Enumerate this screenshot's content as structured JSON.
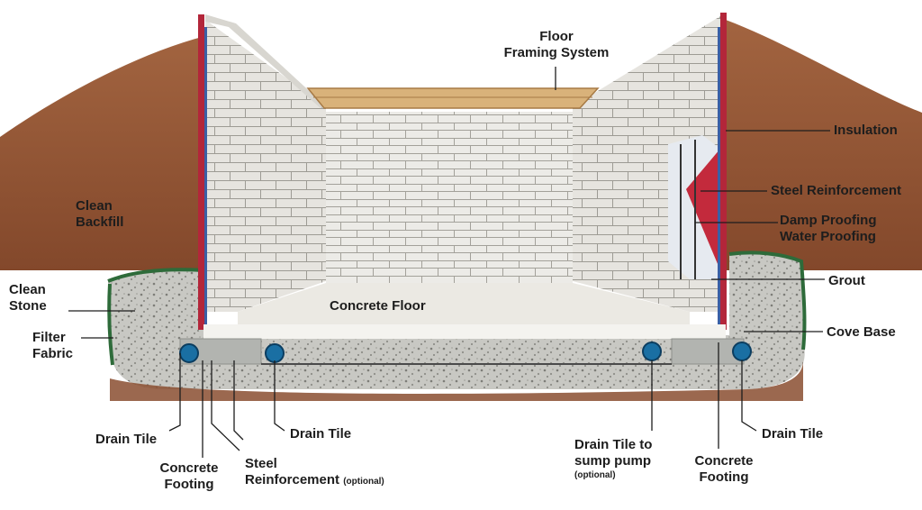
{
  "labels": {
    "floor_framing": [
      "Floor",
      "Framing System"
    ],
    "insulation": "Insulation",
    "steel_reinforcement_right": "Steel Reinforcement",
    "damp_proofing": [
      "Damp Proofing",
      "Water Proofing"
    ],
    "grout": "Grout",
    "cove_base": "Cove Base",
    "clean_backfill": [
      "Clean",
      "Backfill"
    ],
    "clean_stone": [
      "Clean",
      "Stone"
    ],
    "filter_fabric": [
      "Filter",
      "Fabric"
    ],
    "concrete_floor": "Concrete Floor",
    "drain_tile_left_outer": "Drain Tile",
    "drain_tile_left_inner": "Drain Tile",
    "concrete_footing_left": [
      "Concrete",
      "Footing"
    ],
    "steel_reinforcement_bottom": [
      "Steel",
      "Reinforcement"
    ],
    "steel_reinforcement_bottom_note": "(optional)",
    "drain_tile_sump": [
      "Drain Tile to",
      "sump pump"
    ],
    "drain_tile_sump_note": "(optional)",
    "concrete_footing_right": [
      "Concrete",
      "Footing"
    ],
    "drain_tile_right": "Drain Tile"
  },
  "colors": {
    "soil": "#8a4e30",
    "block": "#e8e6e1",
    "mortar": "#9a9890",
    "stone": "#c9c9c4",
    "filter_fabric": "#2e6b3a",
    "insulation_board": "#b3263a",
    "drain_tile": "#1a6fa3",
    "joist": "#d9b27a"
  }
}
